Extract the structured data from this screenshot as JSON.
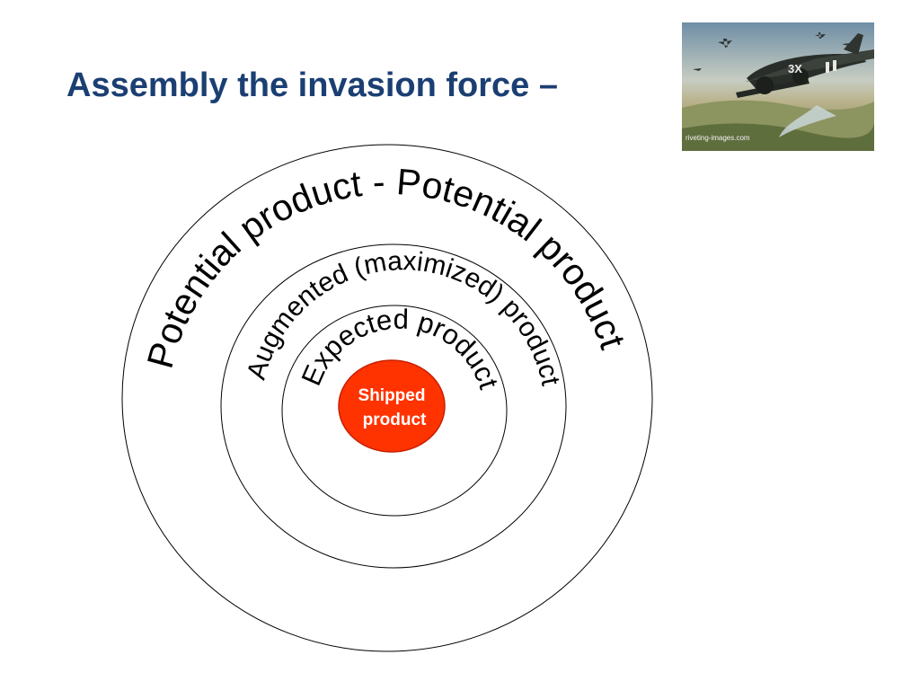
{
  "slide": {
    "title": "Assembly the invasion force –"
  },
  "photo": {
    "caption": "riveting-images.com",
    "tail_code": "3X",
    "icon": "c47-aircraft-painting"
  },
  "diagram": {
    "levels": [
      {
        "key": "potential",
        "label": "Potential product - Potential product"
      },
      {
        "key": "augmented",
        "label": "Augmented (maximized) product"
      },
      {
        "key": "expected",
        "label": "Expected product"
      },
      {
        "key": "shipped",
        "label_line1": "Shipped",
        "label_line2": "product"
      }
    ],
    "colors": {
      "core_fill": "#ff3300",
      "core_stroke": "#c82000",
      "core_text": "#ffffff",
      "ring_stroke": "#000000",
      "title": "#1b3f73"
    }
  }
}
